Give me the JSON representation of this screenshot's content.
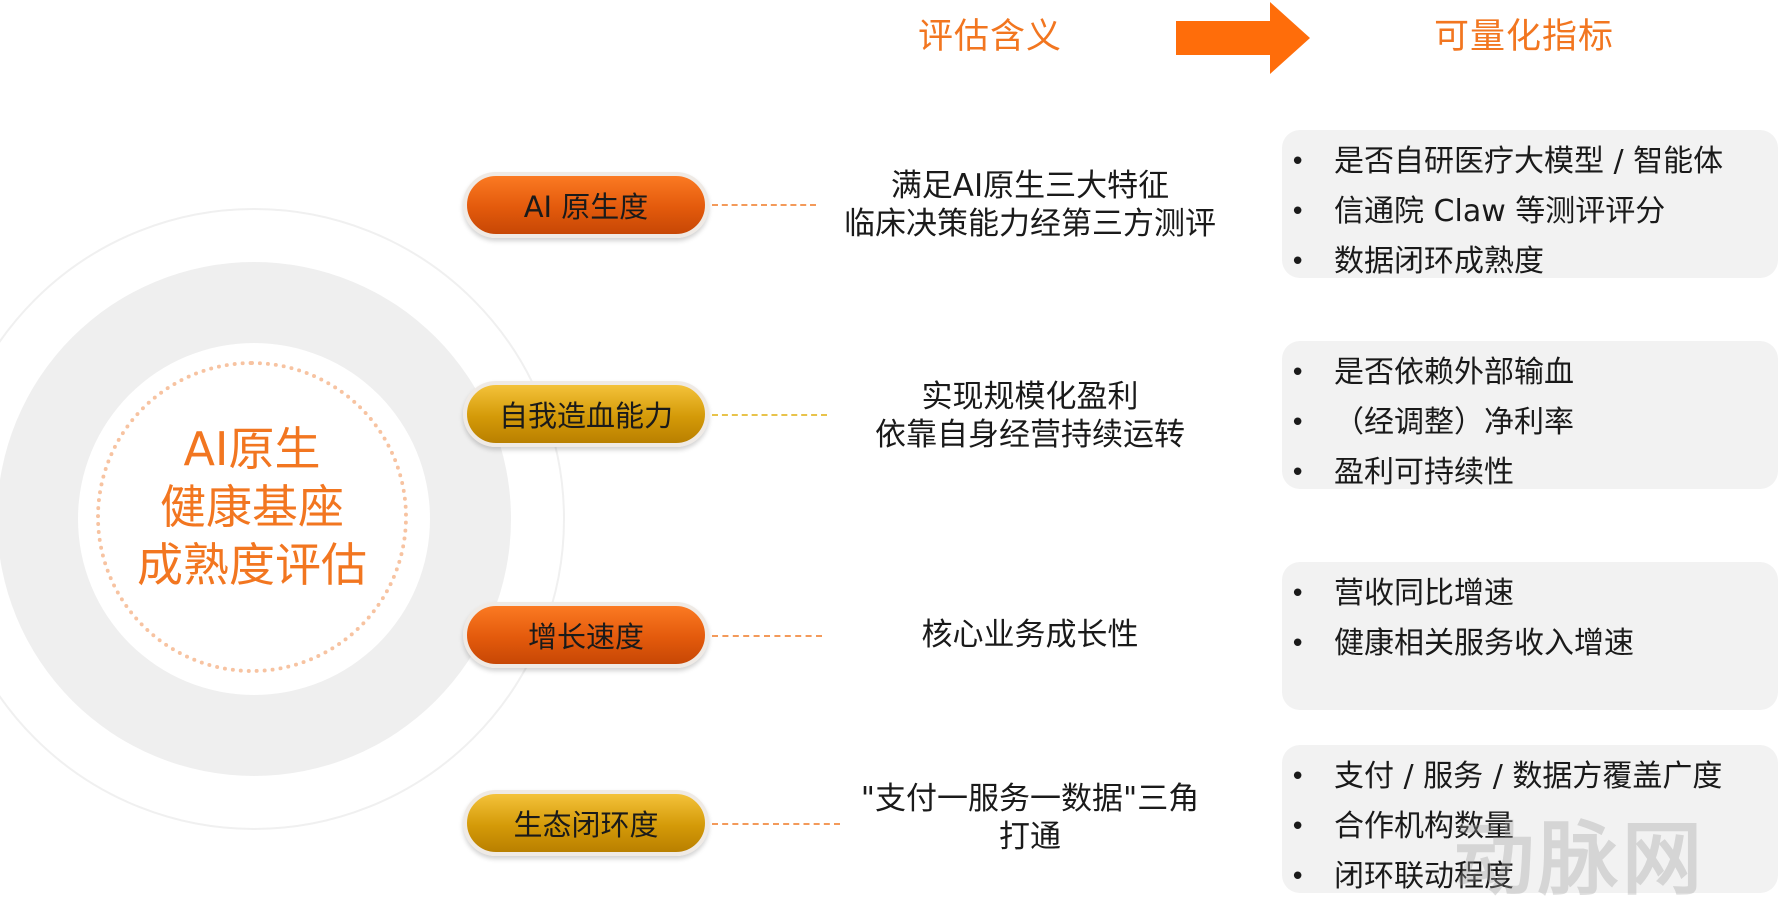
{
  "header": {
    "meaning_title": "评估含义",
    "metrics_title": "可量化指标",
    "arrow_icon": "right-arrow-icon"
  },
  "center": {
    "lines": [
      "AI原生",
      "健康基座",
      "成熟度评估"
    ]
  },
  "dimensions": [
    {
      "label": "AI 原生度",
      "meaning": [
        "满足AI原生三大特征",
        "临床决策能力经第三方测评"
      ],
      "metrics": [
        "是否自研医疗大模型 / 智能体",
        "信通院 Claw 等测评评分",
        "数据闭环成熟度"
      ]
    },
    {
      "label": "自我造血能力",
      "meaning": [
        "实现规模化盈利",
        "依靠自身经营持续运转"
      ],
      "metrics": [
        "是否依赖外部输血",
        "（经调整）净利率",
        "盈利可持续性"
      ]
    },
    {
      "label": "增长速度",
      "meaning": [
        "核心业务成长性"
      ],
      "metrics": [
        "营收同比增速",
        "健康相关服务收入增速"
      ]
    },
    {
      "label": "生态闭环度",
      "meaning": [
        "\"支付一服务一数据\"三角",
        "打通"
      ],
      "metrics": [
        "支付 / 服务 / 数据方覆盖广度",
        "合作机构数量",
        "闭环联动程度"
      ]
    }
  ],
  "watermark": "动脉网",
  "colors": {
    "accent": "#f27620",
    "pill_orange": "#e35a0c",
    "pill_gold": "#d49a08",
    "box_bg": "#f2f2f2"
  }
}
